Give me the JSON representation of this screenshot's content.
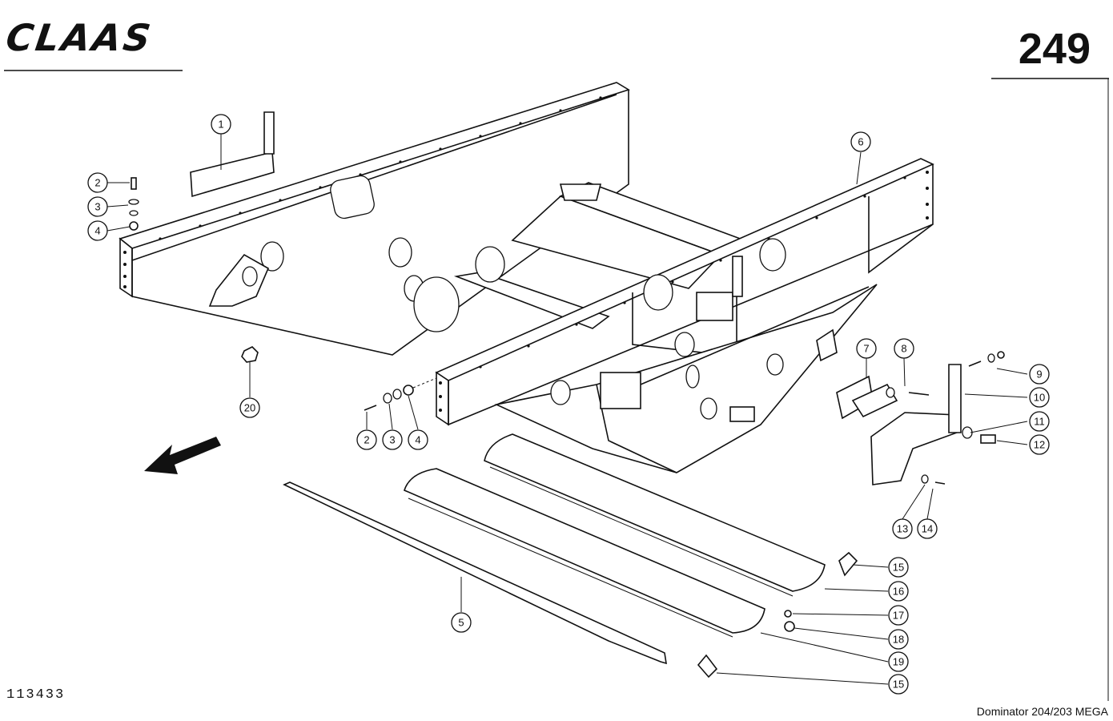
{
  "header": {
    "brand": "CLAAS",
    "page_number": "249"
  },
  "footer": {
    "drawing_number": "113433",
    "model": "Dominator 204/203 MEGA"
  },
  "callouts": [
    "1",
    "2",
    "3",
    "4",
    "5",
    "6",
    "7",
    "8",
    "9",
    "10",
    "11",
    "12",
    "13",
    "14",
    "15",
    "16",
    "17",
    "18",
    "19",
    "20",
    "2",
    "3",
    "4",
    "15"
  ],
  "icons": {
    "direction": "direction-arrow-icon"
  }
}
